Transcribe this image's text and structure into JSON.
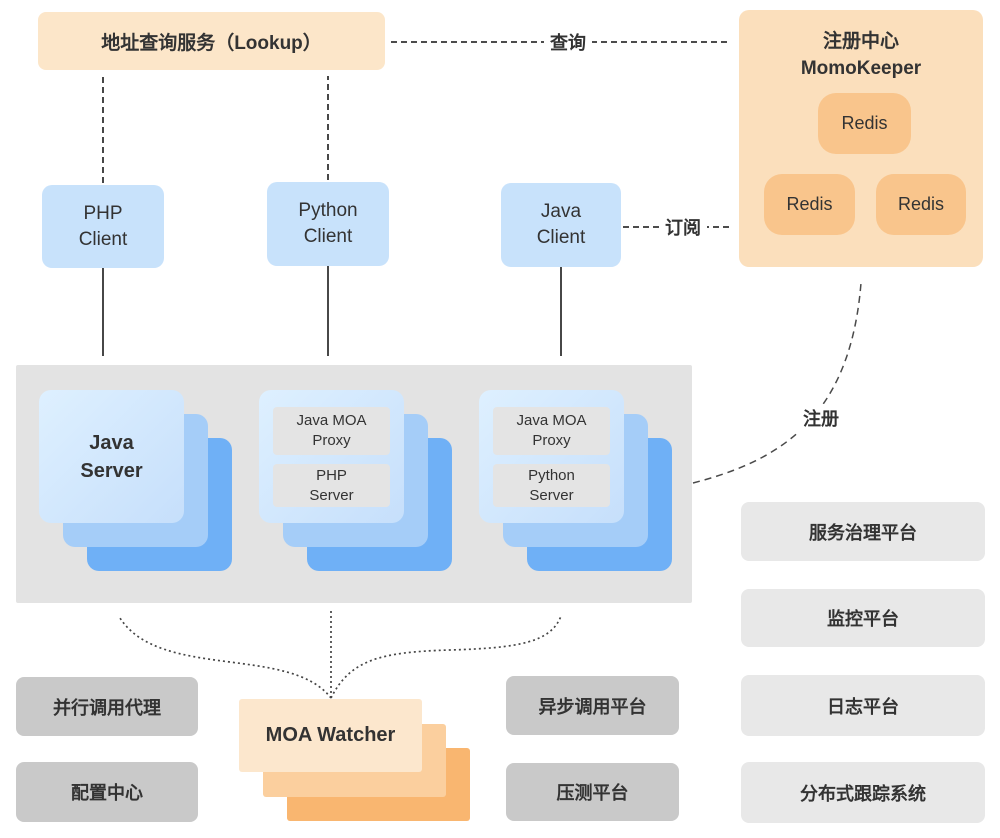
{
  "lookup": {
    "label": "地址查询服务（Lookup）"
  },
  "registry": {
    "name_zh": "注册中心",
    "name_en": "MomoKeeper",
    "nodes": [
      "Redis",
      "Redis",
      "Redis"
    ]
  },
  "clients": [
    {
      "line1": "PHP",
      "line2": "Client"
    },
    {
      "line1": "Python",
      "line2": "Client"
    },
    {
      "line1": "Java",
      "line2": "Client"
    }
  ],
  "server_cluster": {
    "stacks": [
      {
        "front": {
          "line1": "Java",
          "line2": "Server"
        }
      },
      {
        "proxy": {
          "line1": "Java MOA",
          "line2": "Proxy"
        },
        "server": {
          "line1": "PHP",
          "line2": "Server"
        }
      },
      {
        "proxy": {
          "line1": "Java MOA",
          "line2": "Proxy"
        },
        "server": {
          "line1": "Python",
          "line2": "Server"
        }
      }
    ]
  },
  "edges": {
    "query": "查询",
    "subscribe": "订阅",
    "register": "注册"
  },
  "watcher": {
    "label": "MOA Watcher"
  },
  "platforms": {
    "left": [
      "并行调用代理",
      "配置中心"
    ],
    "middle": [
      "异步调用平台",
      "压测平台"
    ],
    "right": [
      "服务治理平台",
      "监控平台",
      "日志平台",
      "分布式跟踪系统"
    ]
  },
  "colors": {
    "peach_light": "#fce6c9",
    "peach": "#fbdfbc",
    "orange_node": "#f9c58c",
    "client_blue": "#c8e2fb",
    "card_front_blue": "#cde4fb",
    "card_mid_blue": "#a5cdf8",
    "card_back_blue": "#6fb0f6",
    "cluster_gray": "#e3e3e3",
    "inner_gray": "#e4e4e4",
    "platform_dark_gray": "#c9c9c9",
    "platform_light_gray": "#e8e8e8",
    "watcher_front": "#fce7cd",
    "watcher_mid": "#fbcf9e",
    "watcher_back": "#f9b670",
    "text": "#333333"
  }
}
